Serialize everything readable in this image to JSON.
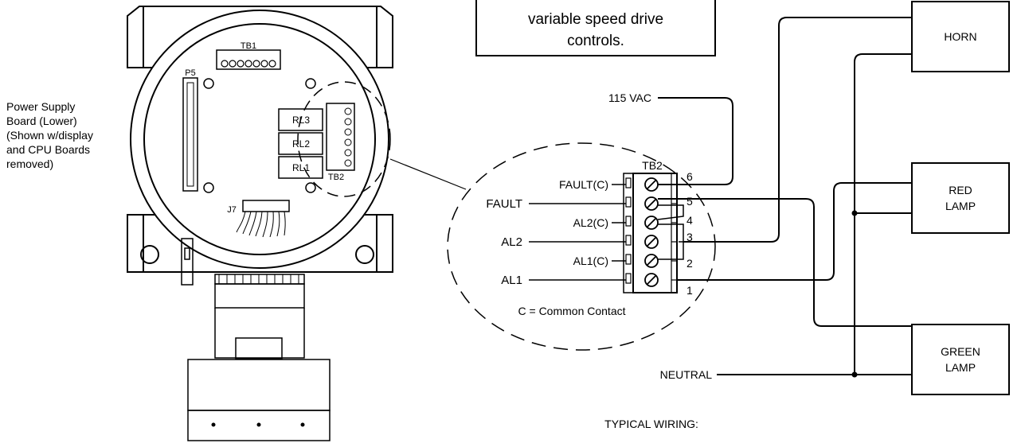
{
  "side_note": {
    "line1": "Power Supply",
    "line2": "Board (Lower)",
    "line3": "(Shown w/display",
    "line4": "and CPU Boards",
    "line5": "removed)"
  },
  "callout": {
    "line1": "variable speed drive",
    "line2": "controls."
  },
  "board": {
    "tb1": "TB1",
    "p5": "P5",
    "rl3": "RL3",
    "rl2": "RL2",
    "rl1": "RL1",
    "tb2": "TB2",
    "j7": "J7"
  },
  "terminal_block": {
    "name": "TB2",
    "left_labels": [
      "FAULT(C)",
      "AL2(C)",
      "AL1(C)"
    ],
    "terminal_numbers": [
      "6",
      "5",
      "4",
      "3",
      "2",
      "1"
    ],
    "common_note": "C = Common Contact"
  },
  "signals": {
    "fault": "FAULT",
    "al2": "AL2",
    "al1": "AL1",
    "supply": "115 VAC",
    "neutral": "NEUTRAL"
  },
  "devices": {
    "horn": "HORN",
    "red_lamp": [
      "RED",
      "LAMP"
    ],
    "green_lamp": [
      "GREEN",
      "LAMP"
    ]
  },
  "footer": {
    "caption": "TYPICAL WIRING:"
  }
}
